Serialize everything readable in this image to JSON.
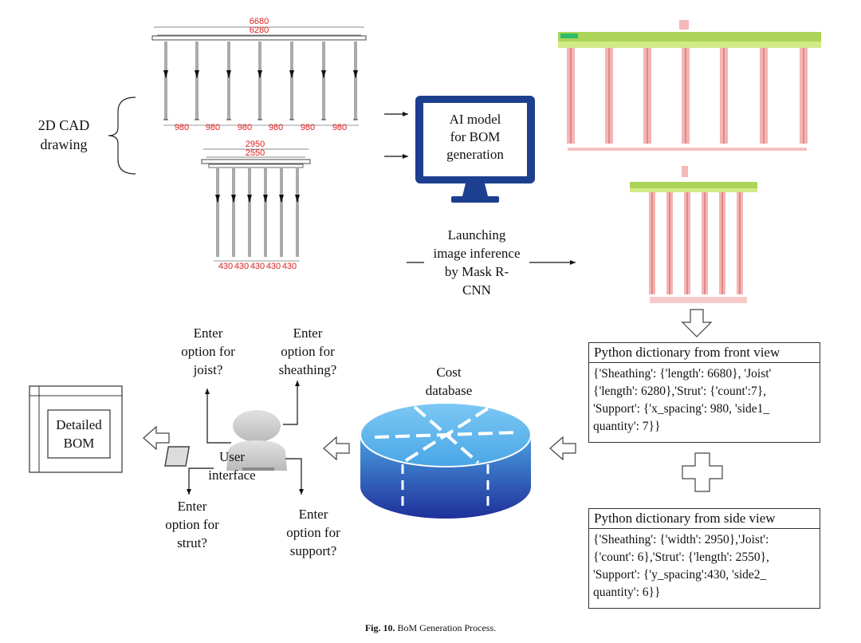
{
  "cad": {
    "label_line1": "2D CAD",
    "label_line2": "drawing",
    "front": {
      "top_dim": "6680",
      "second_dim": "6280",
      "spacing_labels": [
        "980",
        "980",
        "980",
        "980",
        "980",
        "980"
      ]
    },
    "side": {
      "top_dim": "2950",
      "second_dim": "2550",
      "spacing_labels": [
        "430",
        "430",
        "430",
        "430",
        "430"
      ]
    }
  },
  "ai_model": {
    "line1": "AI model",
    "line2": "for BOM",
    "line3": "generation"
  },
  "inference": {
    "line1": "Launching",
    "line2": "image inference",
    "line3": "by Mask R-",
    "line4": "CNN"
  },
  "front_dict": {
    "title": "Python dictionary from front view",
    "line1": "{'Sheathing': {'length': 6680},  'Joist'",
    "line2": " {'length': 6280},'Strut': {'count':7},",
    "line3": "'Support': {'x_spacing': 980, 'side1_",
    "line4": "quantity': 7}}"
  },
  "side_dict": {
    "title": "Python dictionary from side view",
    "line1": "{'Sheathing': {'width': 2950},'Joist':",
    "line2": "{'count': 6},'Strut': {'length': 2550},",
    "line3": "'Support': {'y_spacing':430, 'side2_",
    "line4": "quantity': 6}}"
  },
  "cost_db": {
    "line1": "Cost",
    "line2": "database"
  },
  "user": {
    "line1": "User",
    "line2": "interface"
  },
  "options": {
    "joist": [
      "Enter",
      "option for",
      "joist?"
    ],
    "sheathing": [
      "Enter",
      "option for",
      "sheathing?"
    ],
    "strut": [
      "Enter",
      "option for",
      "strut?"
    ],
    "support": [
      "Enter",
      "option for",
      "support?"
    ]
  },
  "bom": {
    "line1": "Detailed",
    "line2": "BOM"
  },
  "caption": {
    "prefix": "Fig. 10.",
    "text": "BoM Generation Process."
  },
  "colors": {
    "cad_red": "#e02020",
    "monitor_blue": "#1d3f8f",
    "mask_pink": "#f2a7a7",
    "mask_green": "#9ccc3c",
    "db_top": "#5ab4ec",
    "db_bottom": "#1f2f9a"
  }
}
